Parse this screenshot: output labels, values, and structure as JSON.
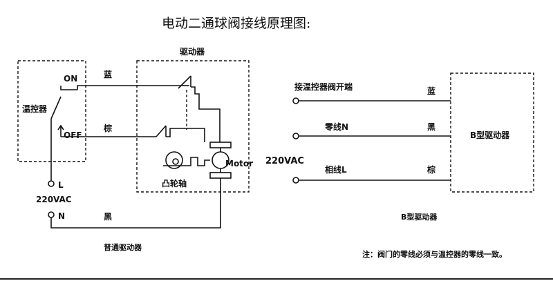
{
  "title": "电动二通球阀接线原理图:",
  "left": {
    "driver_label": "驱动器",
    "thermostat_label": "温控器",
    "on_label": "ON",
    "off_label": "OFF",
    "wire_blue": "蓝",
    "wire_brown": "棕",
    "wire_black": "黑",
    "cam_label": "凸轮轴",
    "motor_label": "Motor",
    "L_label": "L",
    "voltage": "220VAC",
    "N_label": "N",
    "caption": "普通驱动器"
  },
  "right": {
    "thermostat_terminal": "接温控器阀开端",
    "neutral_label": "零线N",
    "voltage": "220VAC",
    "live_label": "相线L",
    "wire_blue": "蓝",
    "wire_black": "黑",
    "wire_brown": "棕",
    "driver_box_label": "B型驱动器",
    "caption": "B型驱动器",
    "note": "注：阀门的零线必须与温控器的零线一致。"
  }
}
